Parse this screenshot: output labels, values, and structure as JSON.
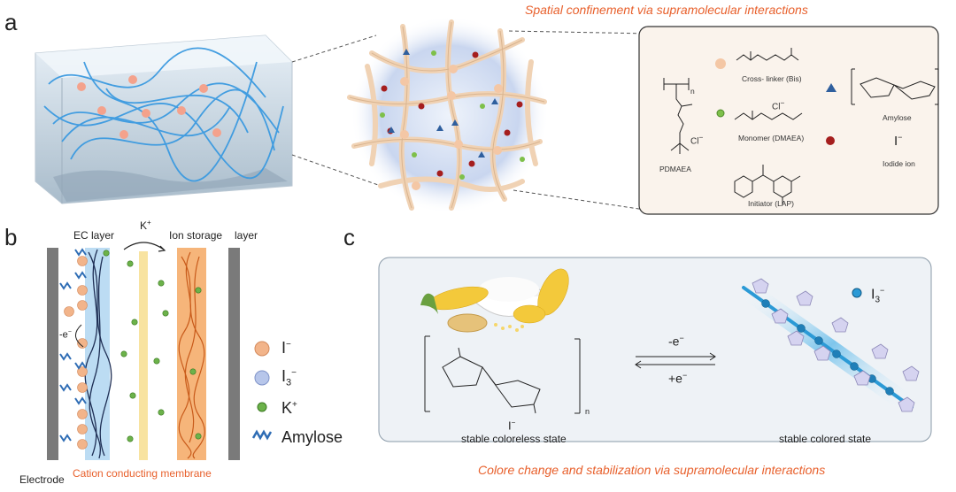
{
  "panel_a": {
    "letter": "a",
    "title": "Spatial confinement via supramolecular interactions",
    "legend": {
      "pdmaea": "PDMAEA",
      "pdmaea_n": "n",
      "pdmaea_cl": "Cl",
      "crosslinker": "Cross- linker (Bis)",
      "monomer": "Monomer (DMAEA)",
      "monomer_cl": "Cl",
      "initiator": "Initiator (LAP)",
      "amylose": "Amylose",
      "iodide_symbol": "I",
      "iodide": "Iodide ion"
    }
  },
  "panel_b": {
    "letter": "b",
    "ec_layer": "EC layer",
    "kplus_top": "K",
    "ion_storage": "Ion storage",
    "layer": "layer",
    "electron": "-e",
    "electrode": "Electrode",
    "membrane": "Cation conducting membrane",
    "legend": {
      "iodide": "I",
      "triiodide": "I",
      "triiodide_sub": "3",
      "kplus": "K",
      "amylose": "Amylose"
    }
  },
  "panel_c": {
    "letter": "c",
    "arrow_top": "-e",
    "arrow_bottom": "+e",
    "i3_label": "I",
    "i3_sub": "3",
    "iodide": "I",
    "left_state": "stable coloreless state",
    "right_state": "stable colored state",
    "n": "n",
    "caption": "Colore change and stabilization via supramolecular interactions"
  },
  "colors": {
    "orange_text": "#e8602c",
    "amylose_blue": "#2f6db5",
    "k_green": "#5aa33a",
    "iodide_peach": "#f2b48a",
    "ec_blue": "#bcdcf3",
    "ion_storage_orange": "#f6b57a",
    "membrane_yellow": "#f8e3a0",
    "electrode_gray": "#7a7a7a"
  }
}
